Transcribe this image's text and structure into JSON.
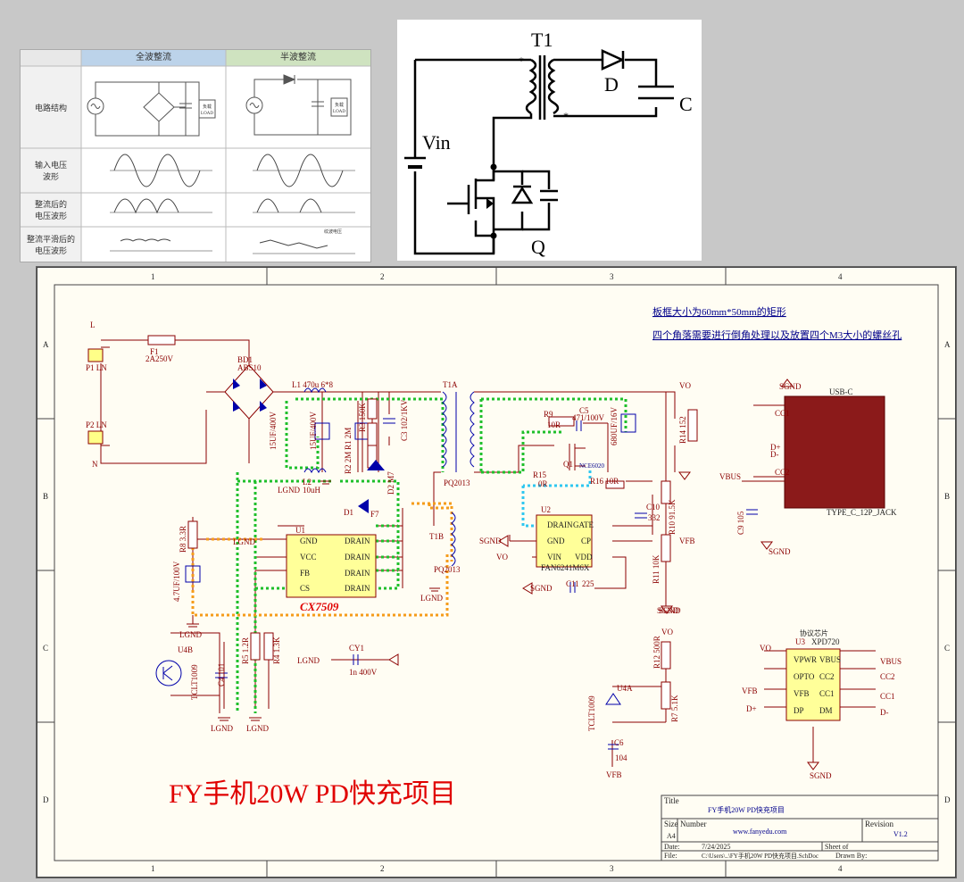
{
  "table": {
    "col1": "全波整流",
    "col2": "半波整流",
    "rows": [
      "电路结构",
      "输入电压\n波形",
      "整流后的\n电压波形",
      "整流平滑后的\n电压波形"
    ],
    "load1": "负载\nLOAD",
    "load2": "负载\nLOAD",
    "ripple": "纹波电压"
  },
  "flyback": {
    "t1": "T1",
    "vin": "Vin",
    "d": "D",
    "c": "C",
    "q": "Q"
  },
  "schematic": {
    "title_big": "FY手机20W PD快充项目",
    "note1": "板框大小为60mm*50mm的矩形",
    "note2": "四个角落需要进行倒角处理以及放置四个M3大小的螺丝孔",
    "zones_top": [
      "1",
      "2",
      "3",
      "4"
    ],
    "zones_side": [
      "A",
      "B",
      "C",
      "D"
    ],
    "chip_u1": "CX7509",
    "u1_pins_left": [
      "GND",
      "VCC",
      "FB",
      "CS"
    ],
    "u1_pins_right": [
      "DRAIN",
      "DRAIN",
      "DRAIN",
      "DRAIN"
    ],
    "u2_name": "FAN6241M6X",
    "u2_pins": [
      "DRAIN",
      "GATE",
      "GND",
      "CP",
      "VIN",
      "VDD"
    ],
    "u3_name": "XPD720",
    "u3_header": "协议芯片",
    "u3_pins_left": [
      "VPWR",
      "OPTO",
      "VFB",
      "DP"
    ],
    "u3_pins_right": [
      "VBUS",
      "CC2",
      "CC1",
      "DM"
    ],
    "usb_name": "USB-C",
    "usb_part": "TYPE_C_12P_JACK",
    "labels": {
      "p1": "P1  LN",
      "p2": "P2  LN",
      "f1": "F1",
      "f1v": "2A250V",
      "bd1": "BD1",
      "bd1v": "ABS10",
      "l1": "L1   470u  6*8",
      "l2": "L2",
      "l2v": "10uH",
      "t1a": "T1A",
      "t1b": "T1B",
      "pq": "PQ2013",
      "ec1": "15UF/400V",
      "ec2": "15UF/400V",
      "r1": "R1   2M",
      "r2": "R2   2M",
      "r3": "R3 150K",
      "c3": "C3   102/1KV",
      "d2": "D2   M7",
      "d1": "D1",
      "f7": "F7",
      "r8": "R8   3.3R",
      "ec3": "4.7UF/100V",
      "lgnd": "LGND",
      "r9": "R9",
      "r9v": "10R",
      "c5": "C5",
      "c5v": "471/100V",
      "ec4": "680UF/16V",
      "r14": "R14 152",
      "q1": "Q1",
      "q1v": "NCE6020",
      "r15": "R15",
      "r15v": "0R",
      "r16": "R16   10R",
      "c10": "C10",
      "c10v": "332",
      "r10": "R10   91.5K",
      "r11": "R11  10K",
      "c11": "C11",
      "c11v": "225",
      "vo": "VO",
      "vfb": "VFB",
      "sgnd": "SGND",
      "u4b": "U4B",
      "tcl": "TCLT1009",
      "c4": "C4   101",
      "r5": "R5   1.2R",
      "r4": "R4   1.3K",
      "cy1": "CY1",
      "cy1v": "1n 400V",
      "u4a": "U4A",
      "r12": "R12   500R",
      "r7": "R7   5.1K",
      "c6": "C6",
      "c6v": "104",
      "c9": "C9   105",
      "cc1": "CC1",
      "cc2": "CC2",
      "vbus": "VBUS",
      "dplus": "D+",
      "dminus": "D-",
      "sgnd2": "SGND",
      "u1": "U1",
      "u2": "U2",
      "u3": "U3",
      "l": "L",
      "n": "N"
    },
    "titleblock": {
      "title_lbl": "Title",
      "title": "FY手机20W PD快充项目",
      "size_lbl": "Size",
      "size": "A4",
      "number_lbl": "Number",
      "number": "www.fanyedu.com",
      "rev_lbl": "Revision",
      "rev": "V1.2",
      "date_lbl": "Date:",
      "date": "7/24/2025",
      "sheet": "Sheet  of",
      "file_lbl": "File:",
      "file": "C:\\Users\\..\\FY手机20W PD快充项目.SchDoc",
      "drawn": "Drawn By:"
    }
  }
}
